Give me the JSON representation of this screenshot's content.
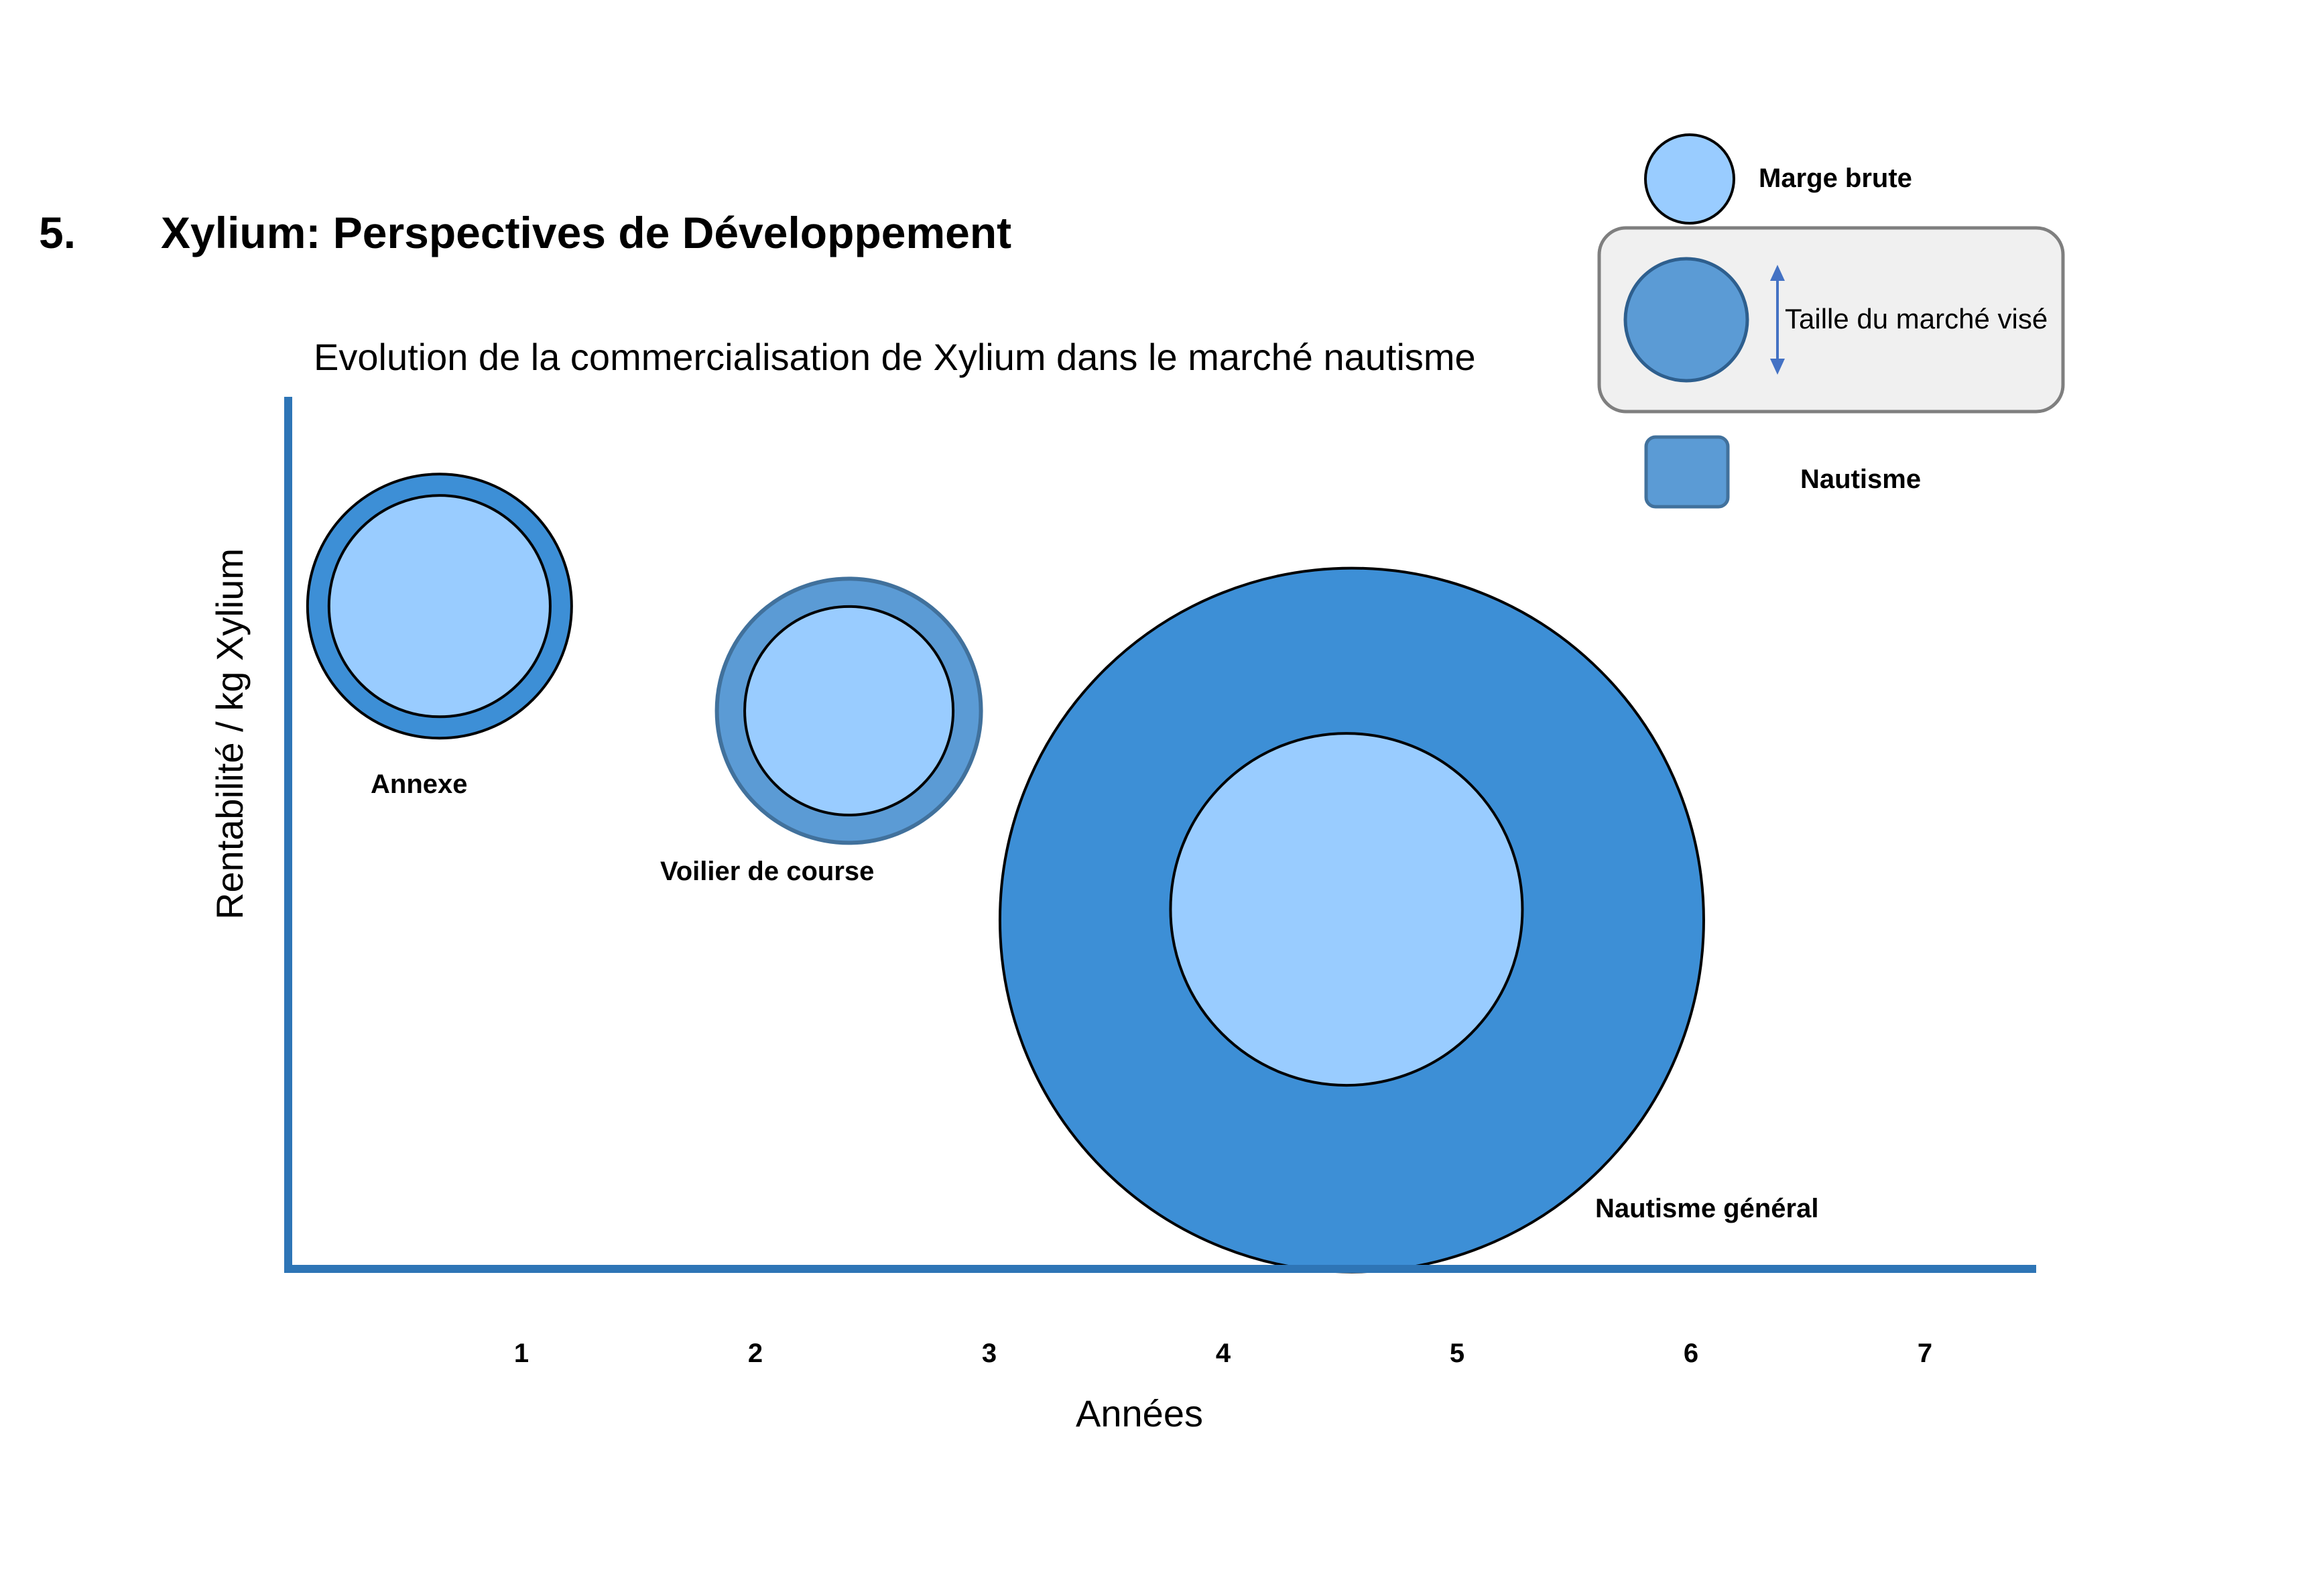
{
  "header": {
    "number": "5.",
    "title": "Xylium: Perspectives de Développement"
  },
  "chart_data": {
    "type": "bubble",
    "title": "Evolution de la commercialisation de Xylium dans le marché nautisme",
    "xlabel": "Années",
    "ylabel": "Rentabilité / kg Xylium",
    "x_ticks": [
      "1",
      "2",
      "3",
      "4",
      "5",
      "6",
      "7"
    ],
    "xlim": [
      0,
      7.3
    ],
    "y_scale": "unlabelled",
    "grid": false,
    "legend_position": "top-right",
    "bubbles": [
      {
        "label": "Annexe",
        "x": 0.65,
        "y": 0.76,
        "market_size": 0.37,
        "gross_margin": 0.31,
        "outer_color": "#3D8FD6"
      },
      {
        "label": "Voilier de course",
        "x": 2.4,
        "y": 0.64,
        "market_size": 0.38,
        "gross_margin": 0.3,
        "outer_color": "#5B9BD5"
      },
      {
        "label": "Nautisme général",
        "x": 4.55,
        "y": 0.4,
        "market_size": 1.0,
        "gross_margin": 0.5,
        "outer_color": "#3D8FD6"
      }
    ]
  },
  "legend": {
    "items": [
      {
        "label": "Marge brute",
        "shape": "circle",
        "color": "#99CCFF"
      },
      {
        "label": "Taille du marché visé",
        "shape": "circle-with-arrow",
        "color": "#5B9BD5",
        "box_color": "#F0F0F0"
      },
      {
        "label": "Nautisme",
        "shape": "rounded-square",
        "color": "#5B9BD5"
      }
    ]
  },
  "colors": {
    "axis": "#2E75B6",
    "gross_margin_fill": "#99CCFF",
    "arrow": "#4472C4",
    "legend_box_border": "#7F7F7F"
  }
}
